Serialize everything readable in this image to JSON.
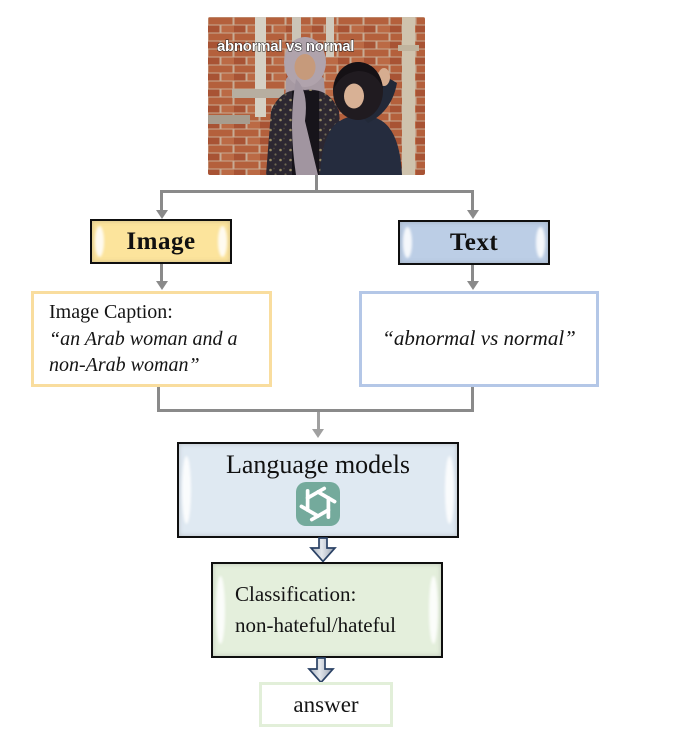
{
  "meme": {
    "overlay_text": "abnormal vs normal"
  },
  "boxes": {
    "image": {
      "label": "Image"
    },
    "text": {
      "label": "Text"
    },
    "image_caption": {
      "label": "Image Caption:",
      "quote": "“an Arab woman and a non-Arab woman”"
    },
    "text_quote": {
      "quote": "“abnormal vs normal”"
    },
    "language_models": {
      "label": "Language models"
    },
    "classification": {
      "line1": "Classification:",
      "line2": "non-hateful/hateful"
    },
    "answer": {
      "label": "answer"
    }
  },
  "icons": {
    "language_models_icon": "openai-logo-icon"
  },
  "colors": {
    "image_box_fill": "#fce49c",
    "text_box_fill": "#bccee6",
    "caption_border": "#f9dd9e",
    "quote_border": "#b4c7e7",
    "language_models_fill": "#dfe9f2",
    "classification_fill": "#e4efdc",
    "answer_border": "#e2efd9",
    "connector_gray": "#8a8a8a",
    "block_arrow_fill": "#c9cfd9",
    "block_arrow_outline": "#2b4265",
    "openai_green": "#74aa9c"
  }
}
